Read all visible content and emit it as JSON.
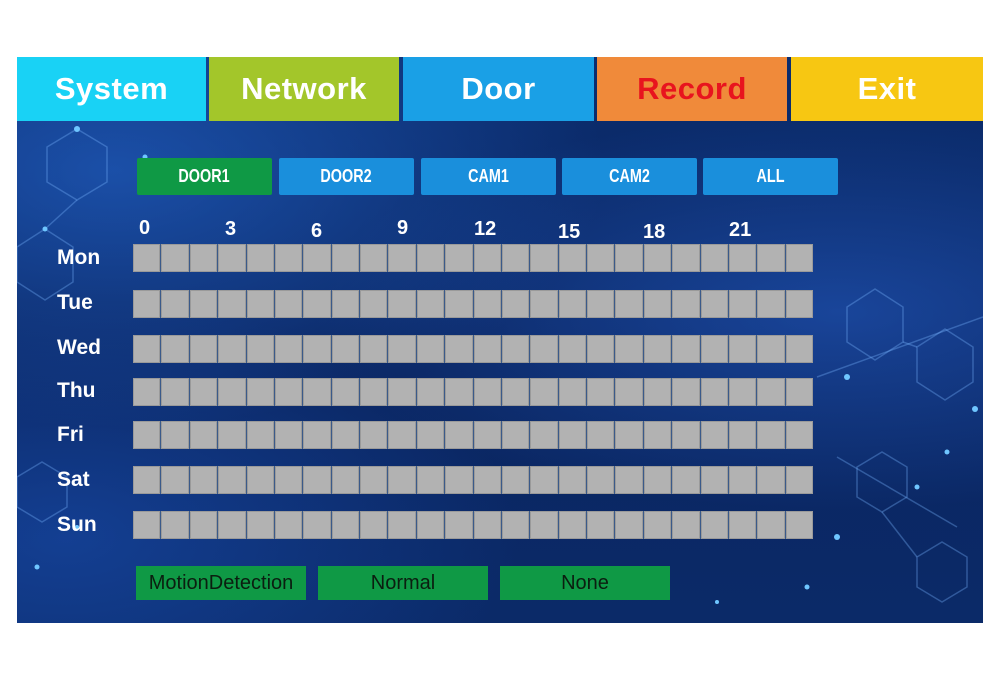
{
  "tabs": [
    {
      "label": "System",
      "bg": "#19d2f5",
      "color": "#ffffff"
    },
    {
      "label": "Network",
      "bg": "#a3c62a",
      "color": "#ffffff"
    },
    {
      "label": "Door",
      "bg": "#1aa0e6",
      "color": "#ffffff"
    },
    {
      "label": "Record",
      "bg": "#f08a3a",
      "color": "#e8141e"
    },
    {
      "label": "Exit",
      "bg": "#f7c712",
      "color": "#ffffff"
    }
  ],
  "subtabs": [
    {
      "label": "DOOR1",
      "bg": "#0f9945",
      "selected": true
    },
    {
      "label": "DOOR2",
      "bg": "#1a8fdc",
      "selected": false
    },
    {
      "label": "CAM1",
      "bg": "#1a8fdc",
      "selected": false
    },
    {
      "label": "CAM2",
      "bg": "#1a8fdc",
      "selected": false
    },
    {
      "label": "ALL",
      "bg": "#1a8fdc",
      "selected": false
    }
  ],
  "schedule": {
    "hour_labels": [
      "0",
      "3",
      "6",
      "9",
      "12",
      "15",
      "18",
      "21"
    ],
    "days": [
      "Mon",
      "Tue",
      "Wed",
      "Thu",
      "Fri",
      "Sat",
      "Sun"
    ],
    "slots_per_day": 24,
    "slot_color": "#b2b2b2"
  },
  "modes": [
    {
      "label": "MotionDetection"
    },
    {
      "label": "Normal"
    },
    {
      "label": "None"
    }
  ],
  "colors": {
    "background": "#0b2a68",
    "selected": "#0f9945",
    "accent": "#1a8fdc"
  }
}
